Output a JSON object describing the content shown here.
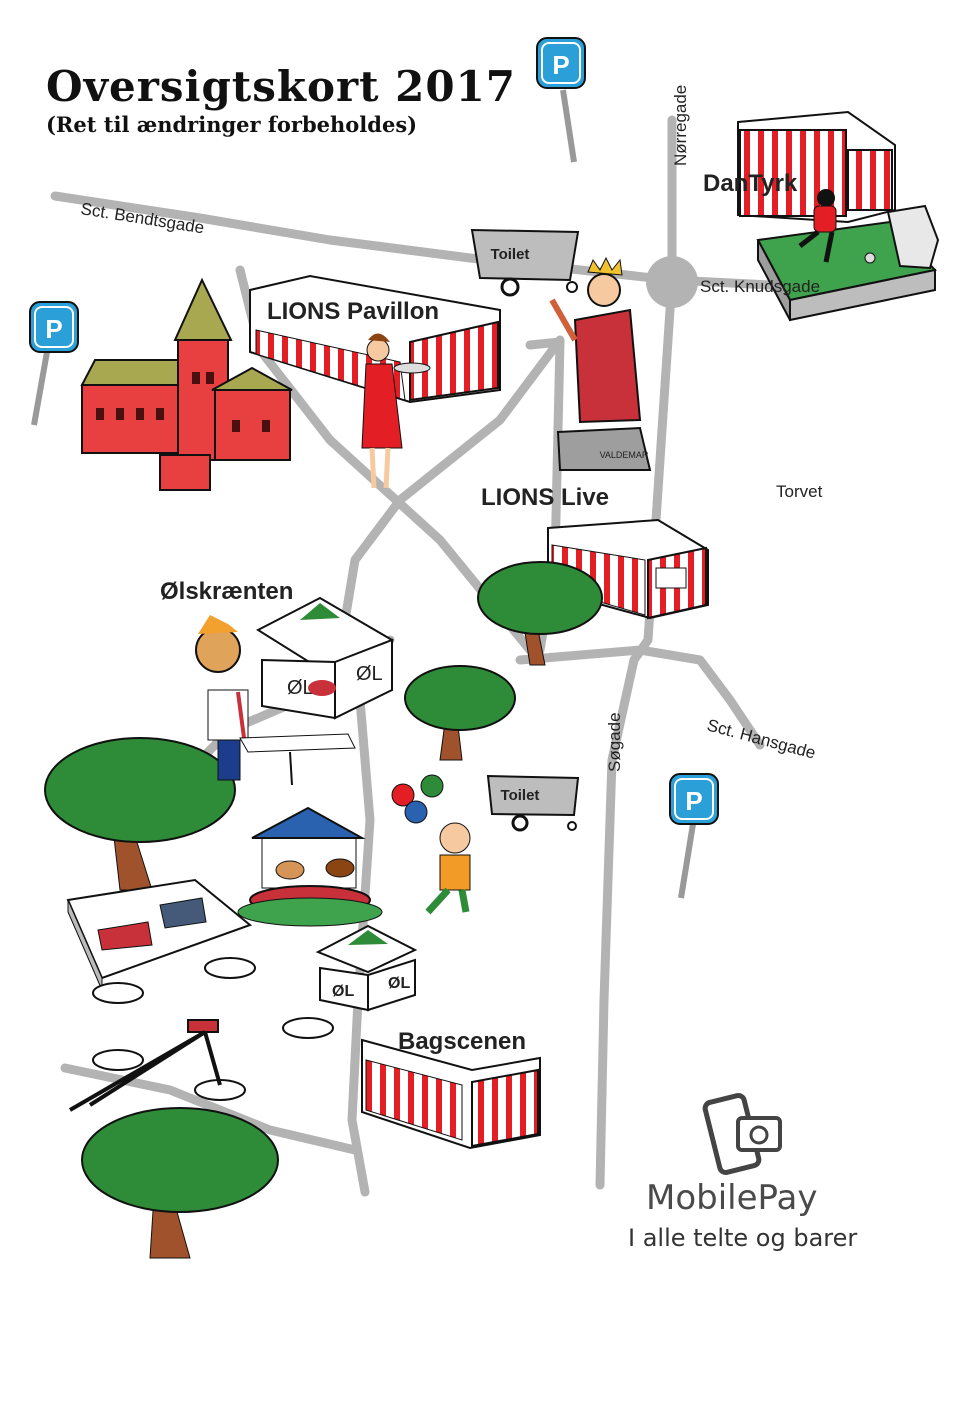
{
  "title": "Oversigtskort 2017",
  "subtitle": "(Ret til ændringer forbeholdes)",
  "streets": {
    "bendtsgade": "Sct. Bendtsgade",
    "norregade": "Nørregade",
    "knudsgade": "Sct. Knudsgade",
    "hansgade": "Sct. Hansgade",
    "sogade": "Søgade"
  },
  "venues": {
    "dantyrk": "DanTyrk",
    "pavillon": "LIONS Pavillon",
    "live": "LIONS Live",
    "olskraenten": "Ølskrænten",
    "bagscenen": "Bagscenen"
  },
  "places": {
    "torvet": "Torvet"
  },
  "labels": {
    "toilet_1": "Toilet",
    "toilet_2": "Toilet",
    "parking": "P",
    "beer": "ØL",
    "statue": "VALDEMAR"
  },
  "mobilepay": {
    "name": "MobilePay",
    "tagline": "I alle telte og barer"
  },
  "colors": {
    "road": "#b3b3b3",
    "tent_red": "#e31e24",
    "tree_green": "#2e8b37",
    "trunk": "#a0522d",
    "parking_blue": "#2a9fd8",
    "grass": "#3fa34d"
  }
}
